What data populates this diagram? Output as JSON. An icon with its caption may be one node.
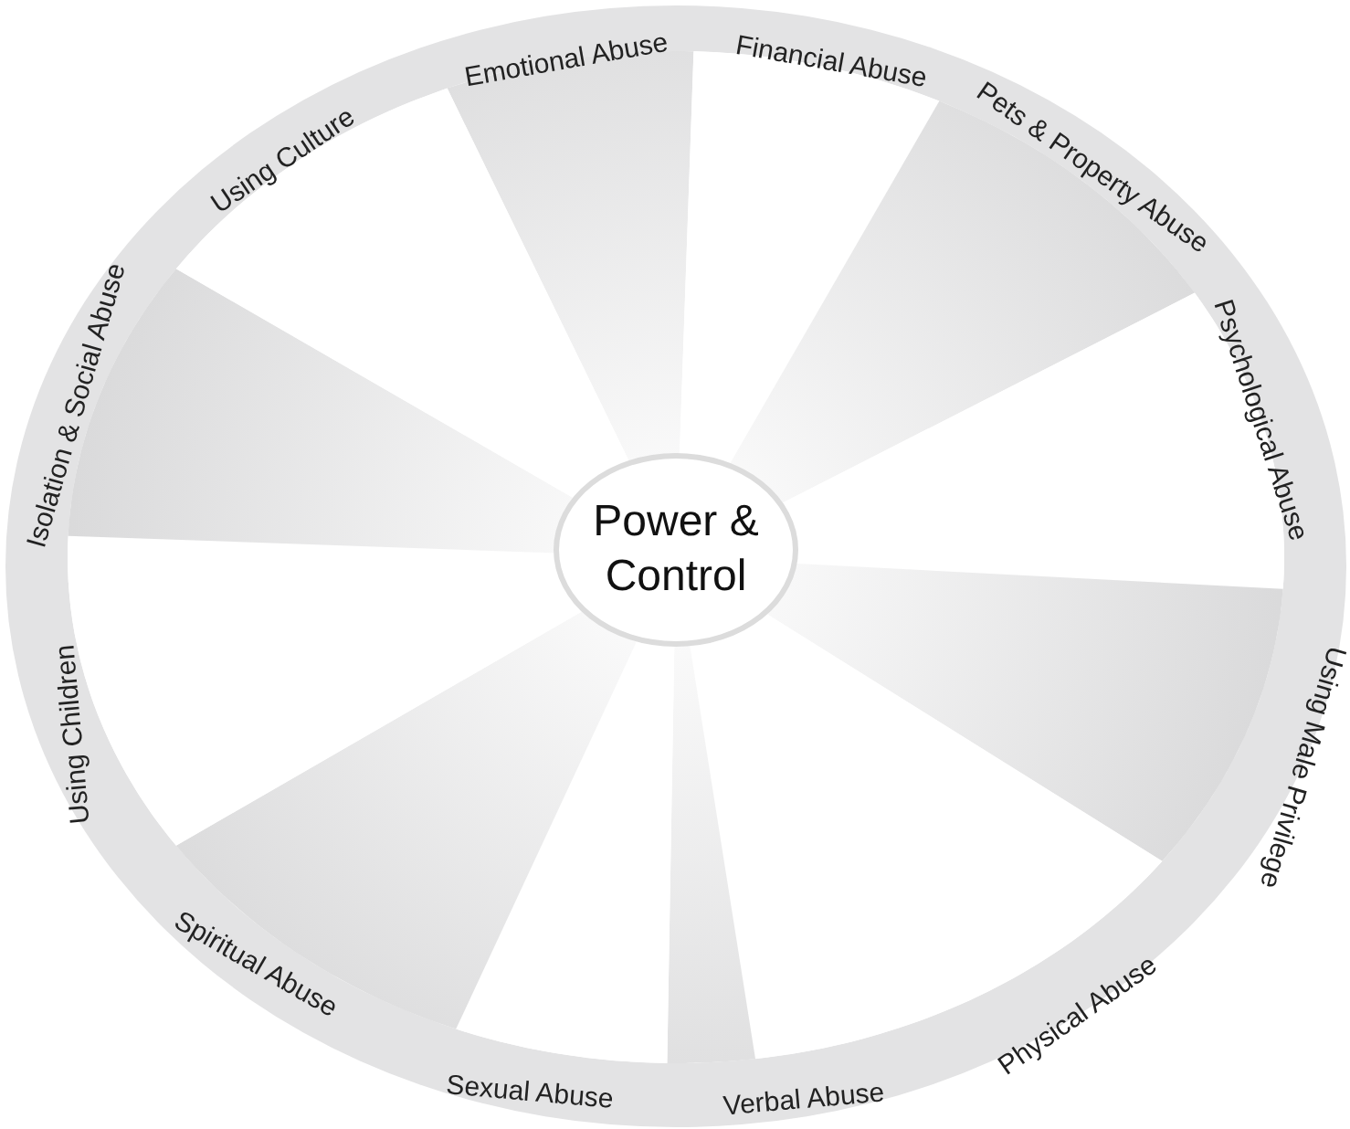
{
  "diagram": {
    "nodes": [
      {
        "text": [
          "Power & Control"
        ]
      },
      {
        "text": [
          "Emotional Abuse"
        ]
      },
      {
        "text": [
          "Financial Abuse"
        ]
      },
      {
        "text": [
          "Pets & Property Abuse"
        ]
      },
      {
        "text": [
          "Psychological Abuse"
        ]
      },
      {
        "text": [
          "Using Male Privilege"
        ]
      },
      {
        "text": [
          "Physical Abuse"
        ]
      },
      {
        "text": [
          "Verbal Abuse"
        ]
      },
      {
        "text": [
          "Sexual Abuse"
        ]
      },
      {
        "text": [
          "Spiritual Abuse"
        ]
      },
      {
        "text": [
          "Using Children"
        ]
      },
      {
        "text": [
          "Isolation & Social Abuse"
        ]
      },
      {
        "text": [
          "Using Culture"
        ]
      }
    ]
  }
}
